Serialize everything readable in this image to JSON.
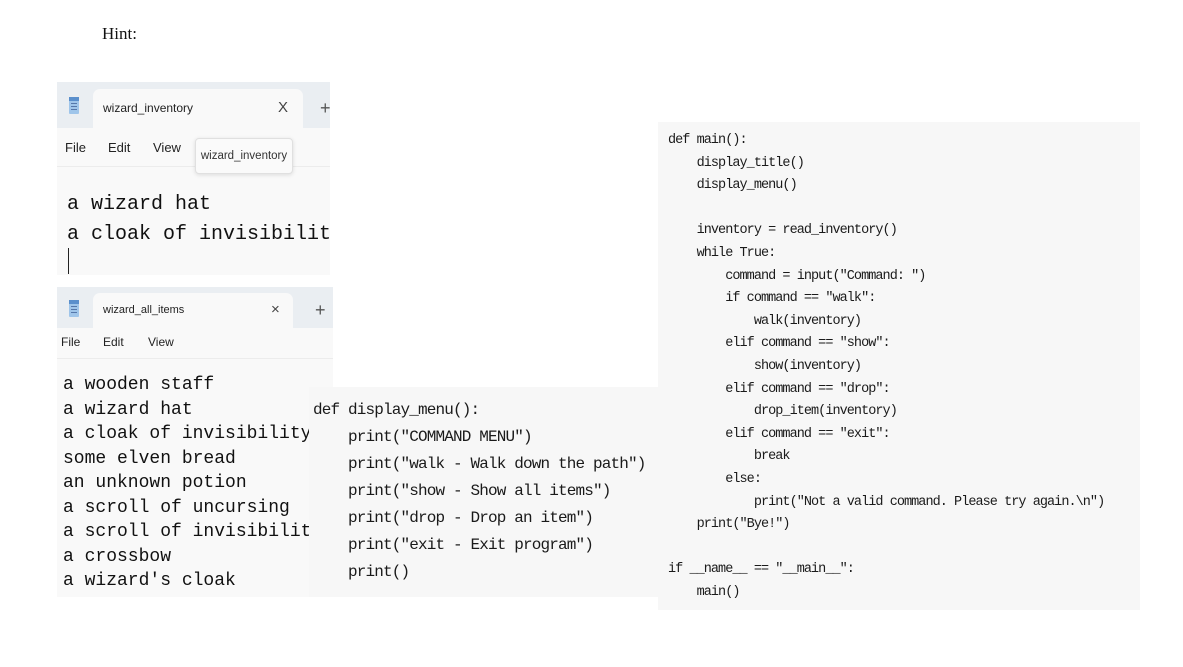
{
  "hint": "Hint:",
  "window1": {
    "tab_title": "wizard_inventory",
    "close": "X",
    "add": "+",
    "menu": [
      "File",
      "Edit",
      "View"
    ],
    "tooltip": "wizard_inventory",
    "content": "a wizard hat\na cloak of invisibility"
  },
  "window2": {
    "tab_title": "wizard_all_items",
    "close": "×",
    "add": "+",
    "menu": [
      "File",
      "Edit",
      "View"
    ],
    "content": "a wooden staff\na wizard hat\na cloak of invisibility\nsome elven bread\nan unknown potion\na scroll of uncursing\na scroll of invisibility\na crossbow\na wizard's cloak"
  },
  "code_display_menu": "def display_menu():\n    print(\"COMMAND MENU\")\n    print(\"walk - Walk down the path\")\n    print(\"show - Show all items\")\n    print(\"drop - Drop an item\")\n    print(\"exit - Exit program\")\n    print()",
  "code_main": "def main():\n    display_title()\n    display_menu()\n\n    inventory = read_inventory()\n    while True:\n        command = input(\"Command: \")\n        if command == \"walk\":\n            walk(inventory)\n        elif command == \"show\":\n            show(inventory)\n        elif command == \"drop\":\n            drop_item(inventory)\n        elif command == \"exit\":\n            break\n        else:\n            print(\"Not a valid command. Please try again.\\n\")\n    print(\"Bye!\")\n\nif __name__ == \"__main__\":\n    main()"
}
